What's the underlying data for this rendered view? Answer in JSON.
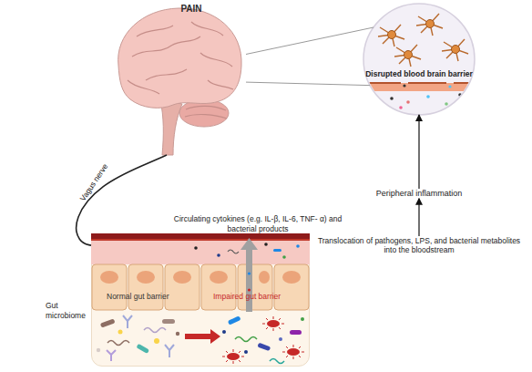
{
  "diagram": {
    "nodes": [
      {
        "text": [
          "PAIN"
        ]
      },
      {
        "text": [
          "Disrupted blood brain barrier"
        ]
      },
      {
        "text": [
          "Peripheral inflammation"
        ]
      },
      {
        "text": [
          "Translocation of pathogens, LPS, and bacterial metabolites into the bloodstream"
        ]
      },
      {
        "text": [
          "Normal gut barrier",
          "Impaired gut barrier"
        ]
      }
    ],
    "edges": [
      {
        "from": 0,
        "to": 1,
        "arrow": "none"
      },
      {
        "from": 0,
        "to": 1,
        "arrow": "none"
      },
      {
        "from": 4,
        "to": 0,
        "label": "Vagus nerve",
        "arrow": "none"
      },
      {
        "from": 3,
        "to": 2,
        "arrow": "to"
      },
      {
        "from": 2,
        "to": 1,
        "arrow": "to"
      }
    ],
    "labels": [
      "Circulating cytokines (e.g. IL-β, IL-6, TNF- α) and bacterial products",
      "Gut microbiome"
    ]
  }
}
